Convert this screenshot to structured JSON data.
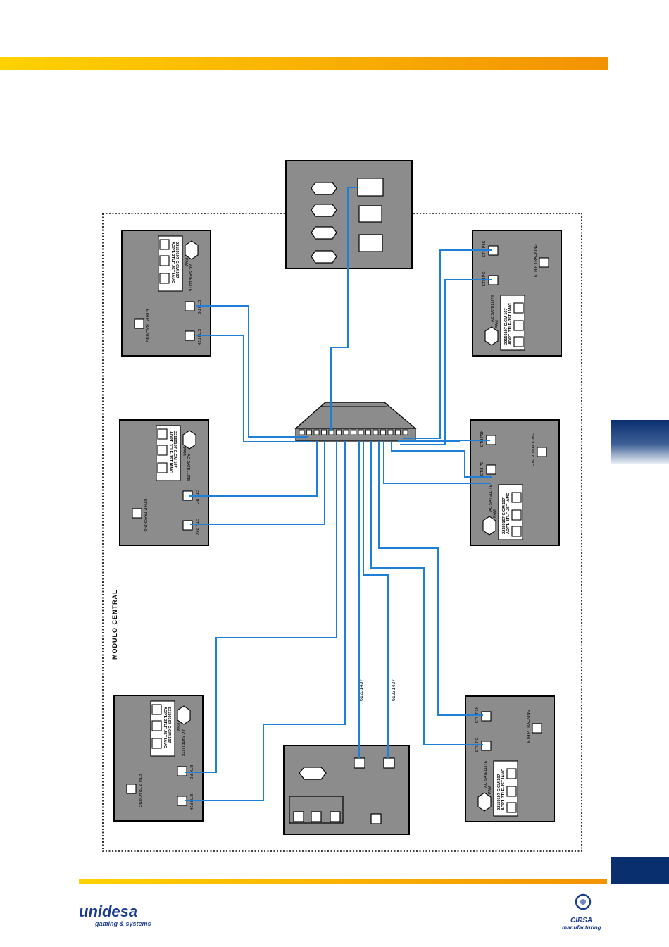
{
  "diagram": {
    "region_label": "MODULO  CENTRAL",
    "unit_labels": {
      "ac_satellite": "AC SATELLITE",
      "pam_title": "PAM",
      "pam_line1": "22150107 C.CM 107",
      "pam_line2": "ADPT. 3TLF-JST IAMC",
      "eth_pc": "ETH PC",
      "eth_p3k": "ETH P3K",
      "eth_tracking": "ETH P TRACKING"
    },
    "cable_labels": [
      "61231437",
      "61231437"
    ]
  },
  "colors": {
    "top_band_start": "#FFD200",
    "top_band_end": "#F39200",
    "cable": "#1E7FD8",
    "box_fill": "#8C8C8C",
    "side_tab": "#0A2F6E",
    "logo_blue": "#1B3C8F"
  },
  "footer": {
    "logo_left_main": "unidesa",
    "logo_left_sub": "gaming & systems",
    "logo_right_main": "CIRSA",
    "logo_right_sub": "manufacturing"
  }
}
